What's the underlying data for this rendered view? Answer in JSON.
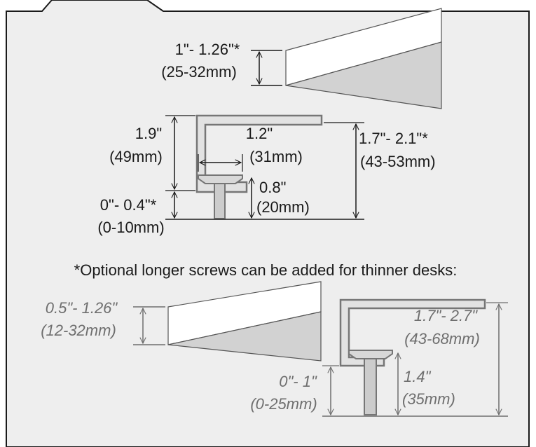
{
  "colors": {
    "panel_bg": "#eeeeee",
    "frame": "#1a1a1a",
    "metal_outer": "#767676",
    "metal_inner": "#e2e2e2",
    "desk_top": "#ffffff",
    "desk_front": "#d2d2d2",
    "screw": "#cccccc",
    "dim_grey": "#6e6e6e"
  },
  "main": {
    "desk_thickness": {
      "inches": "1\"- 1.26\"*",
      "mm": "(25-32mm)"
    },
    "clamp_height": {
      "inches": "1.9\"",
      "mm": "(49mm)"
    },
    "jaw_depth": {
      "inches": "1.2\"",
      "mm": "(31mm)"
    },
    "opening": {
      "inches": "1.7\"- 2.1\"*",
      "mm": "(43-53mm)"
    },
    "screw_travel": {
      "inches": "0.8\"",
      "mm": "(20mm)"
    },
    "screw_below": {
      "inches": "0\"- 0.4\"*",
      "mm": "(0-10mm)"
    }
  },
  "note": "*Optional longer screws can be added for thinner desks:",
  "optional": {
    "desk_thickness": {
      "inches": "0.5\"- 1.26\"",
      "mm": "(12-32mm)"
    },
    "opening": {
      "inches": "1.7\"- 2.7\"",
      "mm": "(43-68mm)"
    },
    "screw_travel": {
      "inches": "1.4\"",
      "mm": "(35mm)"
    },
    "screw_below": {
      "inches": "0\"- 1\"",
      "mm": "(0-25mm)"
    }
  }
}
